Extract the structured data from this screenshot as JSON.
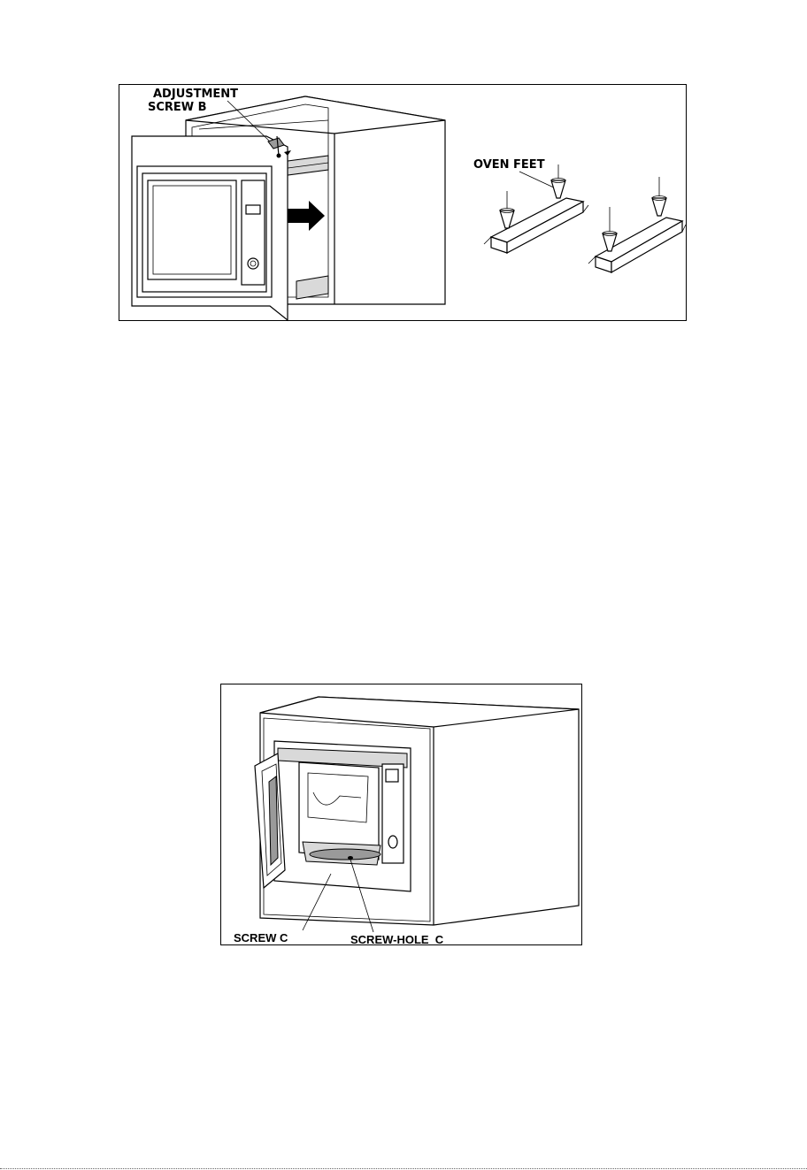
{
  "figure1": {
    "label_adjustment": "ADJUSTMENT",
    "label_screw_b": "SCREW B",
    "label_oven_feet": "OVEN FEET"
  },
  "figure2": {
    "label_screw_c": "SCREW C",
    "label_screw_hole_c": "SCREW-HOLE  C"
  }
}
